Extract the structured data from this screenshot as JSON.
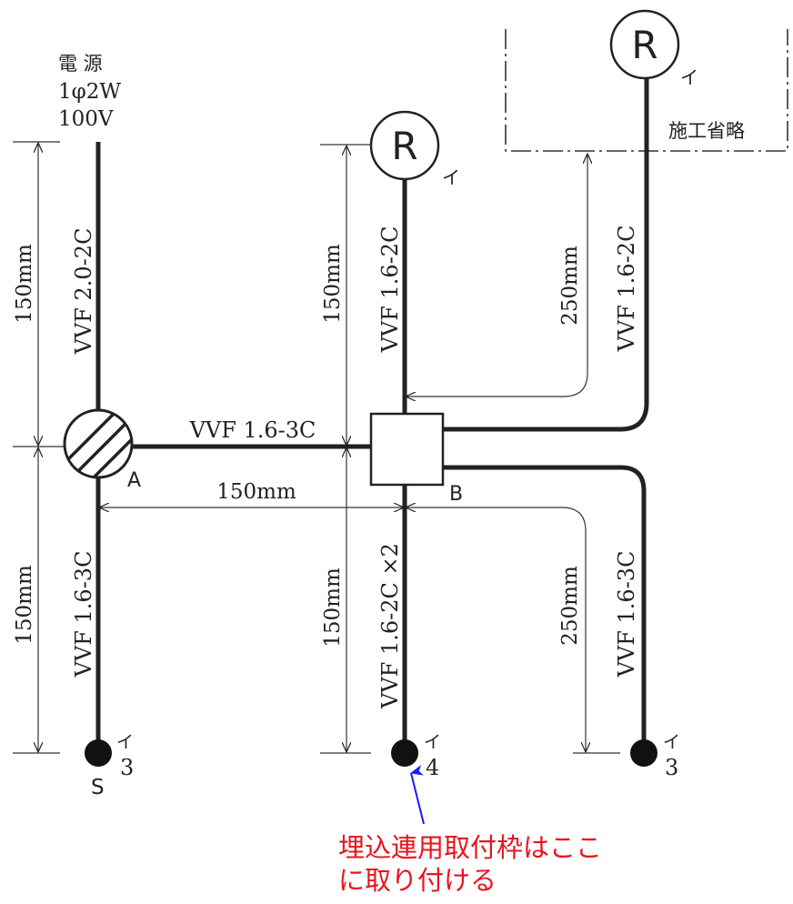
{
  "power_source": {
    "line1": "電 源",
    "line2": "1φ2W",
    "line3": "100V"
  },
  "cables": {
    "source_to_A": "VVF 2.0-2C",
    "A_to_B": "VVF 1.6-3C",
    "A_to_switch": "VVF 1.6-3C",
    "B_to_lamp_top": "VVF 1.6-2C",
    "B_to_lamp_right": "VVF 1.6-2C",
    "B_to_outlet4": "VVF 1.6-2C ×2",
    "B_to_outlet3": "VVF 1.6-3C"
  },
  "dimensions": {
    "source_to_A": "150mm",
    "A_to_switch": "150mm",
    "B_up_to_lamp": "150mm",
    "B_down_to_outlet": "150mm",
    "A_to_B": "150mm",
    "B_up_right_lamp": "250mm",
    "B_down_right_outlet": "250mm"
  },
  "junction_labels": {
    "A": "A",
    "B": "B"
  },
  "lamp_labels": {
    "top": "R",
    "right": "R"
  },
  "device_labels": {
    "lamp_top_sub": "イ",
    "lamp_right_sub": "イ",
    "switch_letter": "S",
    "switch_sub": "イ",
    "switch_num": "3",
    "outlet_mid_sub": "イ",
    "outlet_mid_num": "4",
    "outlet_right_sub": "イ",
    "outlet_right_num": "3"
  },
  "omitted_label": "施工省略",
  "annotation": {
    "line1": "埋込連用取付枠はここ",
    "line2": "に取り付ける",
    "color": "#e8141e",
    "arrow_color": "#1a1aff"
  }
}
